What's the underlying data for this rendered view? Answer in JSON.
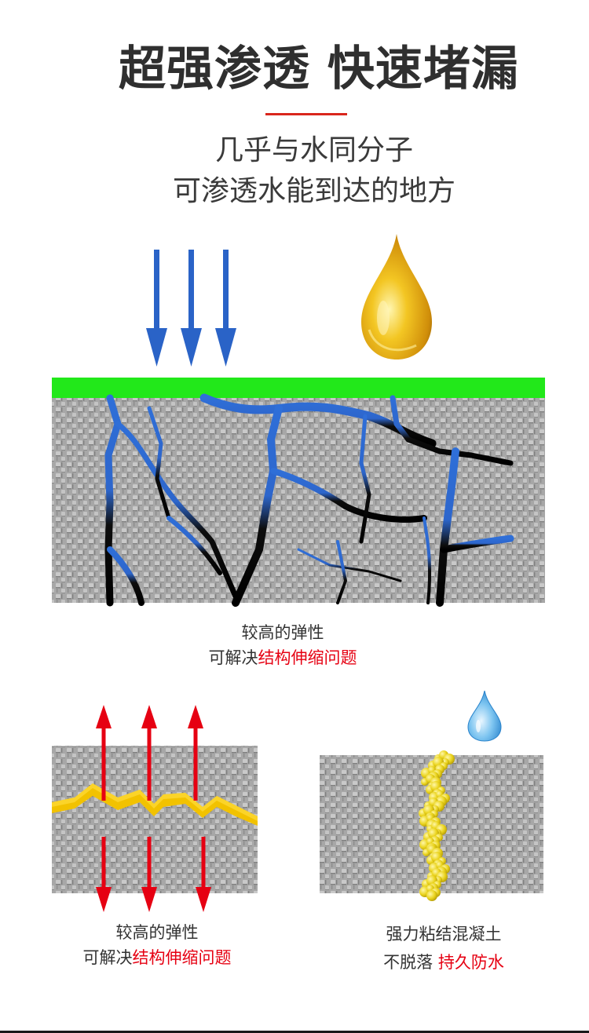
{
  "header": {
    "headline": "超强渗透 快速堵漏",
    "line1": "几乎与水同分子",
    "line2": "可渗透水能到达的地方"
  },
  "caption_main": {
    "line1": "较高的弹性",
    "line2_prefix": "可解决",
    "line2_highlight": "结构伸缩问题"
  },
  "caption_left": {
    "line1": "较高的弹性",
    "line2_prefix": "可解决",
    "line2_highlight": "结构伸缩问题"
  },
  "caption_right": {
    "line1": "强力粘结混凝土",
    "line2_prefix": "不脱落 ",
    "line2_highlight": "持久防水"
  },
  "colors": {
    "headline": "#2f2f2f",
    "accent_red": "#e60012",
    "arrow_blue": "#2a63c7",
    "arrow_red": "#e60012",
    "green_layer": "#22e81a",
    "crack_blue": "#2f6fd8",
    "oil_gold": "#e8b012",
    "water_drop": "#3a9be0"
  },
  "icons": [
    "down-arrow-icon",
    "oil-drop-icon",
    "up-arrow-icon",
    "water-drop-icon"
  ]
}
